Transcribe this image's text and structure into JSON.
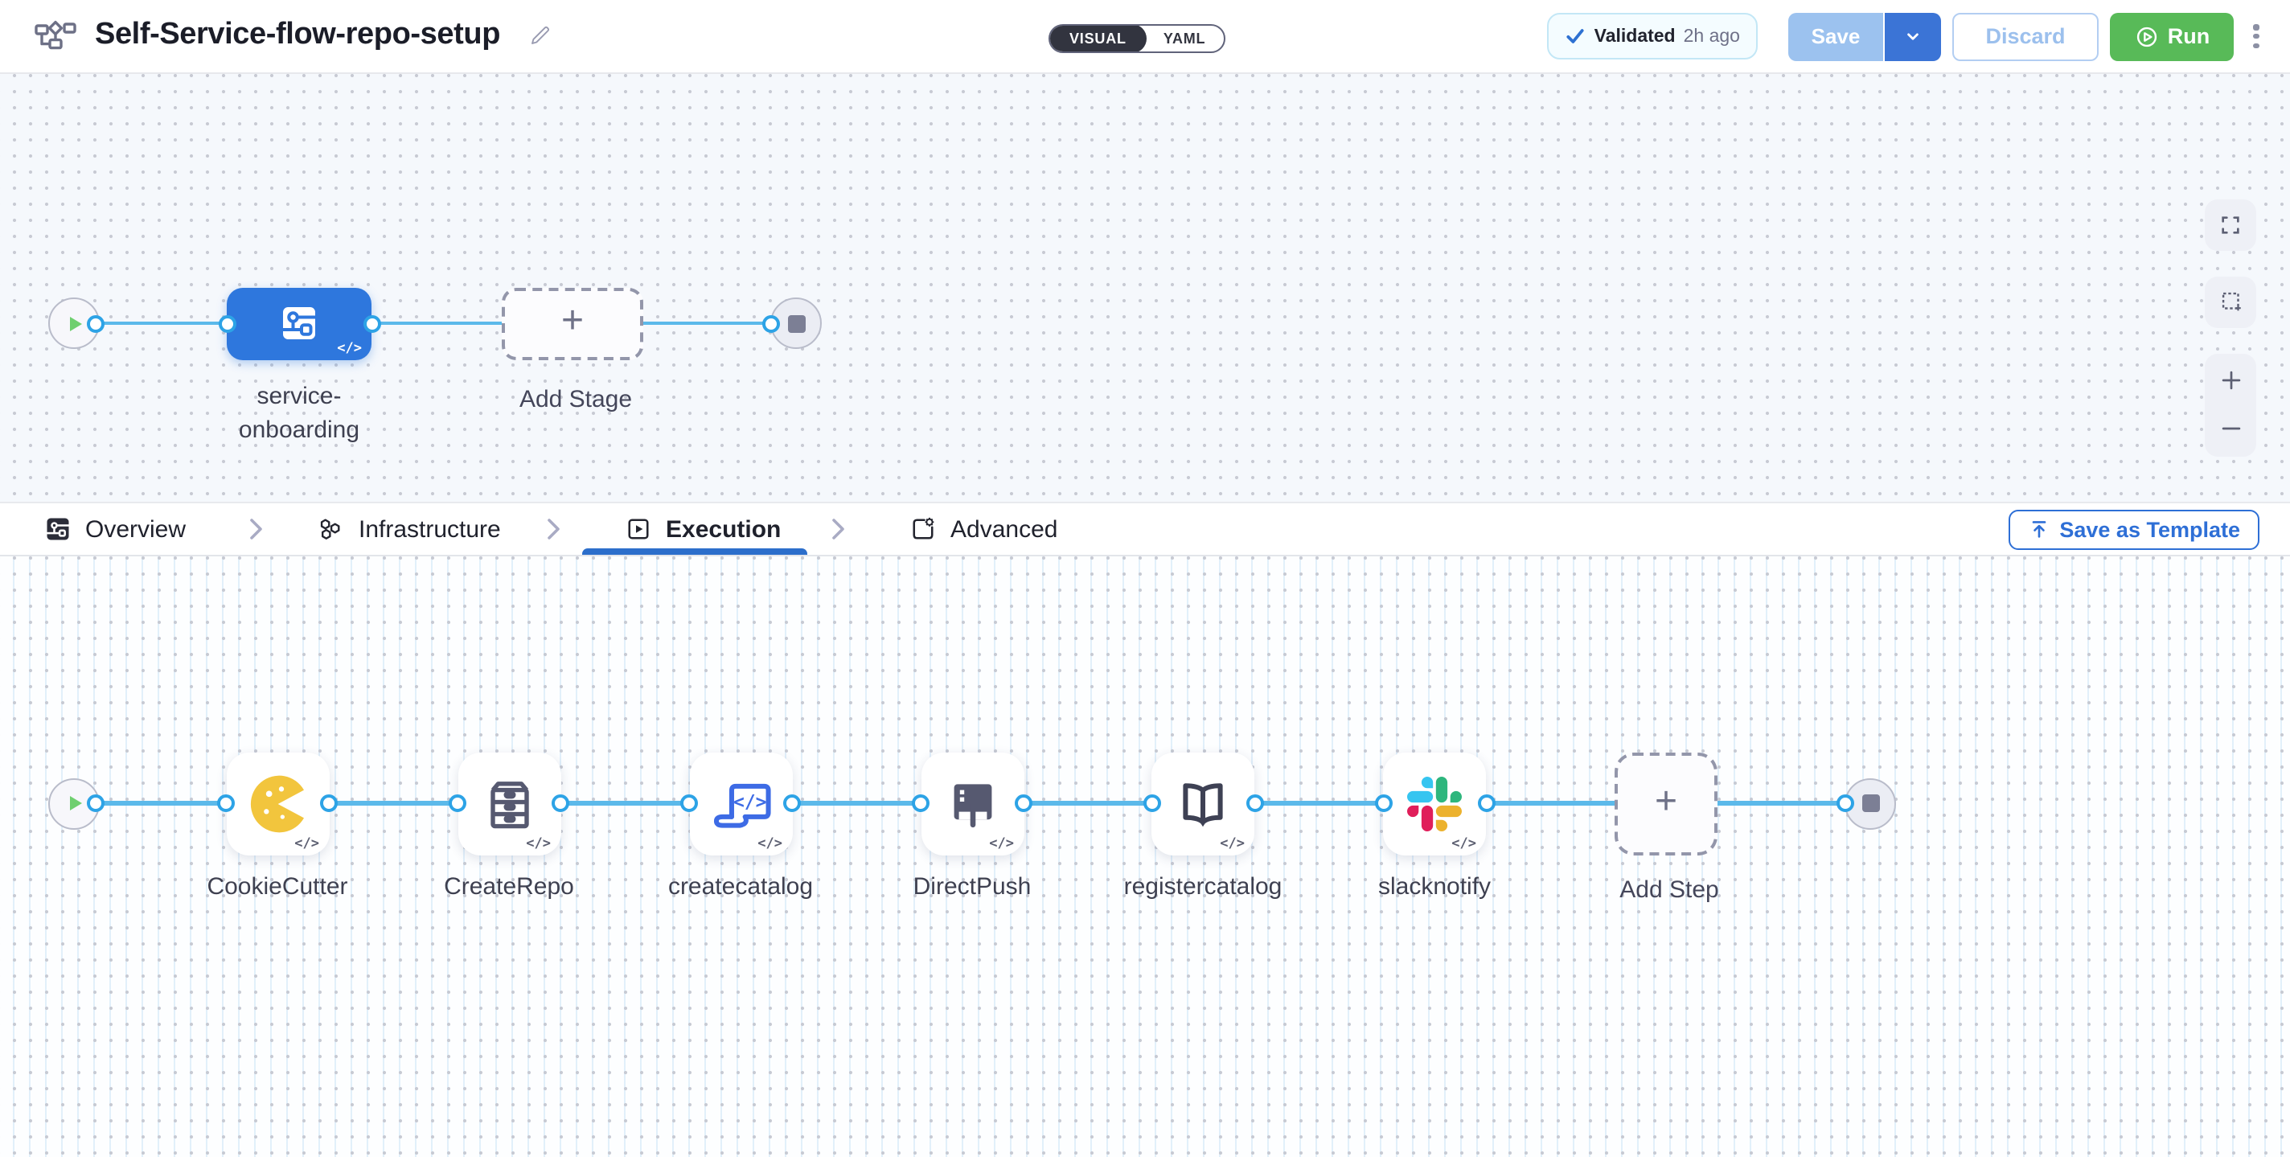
{
  "header": {
    "title": "Self-Service-flow-repo-setup",
    "mode_toggle": {
      "visual": "VISUAL",
      "yaml": "YAML"
    },
    "validation": {
      "status": "Validated",
      "time": "2h ago"
    },
    "buttons": {
      "save": "Save",
      "discard": "Discard",
      "run": "Run"
    }
  },
  "stage_canvas": {
    "stage": {
      "label_line1": "service-",
      "label_line2": "onboarding"
    },
    "add_stage_label": "Add Stage",
    "code_badge": "</>"
  },
  "tab_bar": {
    "tabs": [
      {
        "label": "Overview",
        "active": false
      },
      {
        "label": "Infrastructure",
        "active": false
      },
      {
        "label": "Execution",
        "active": true
      },
      {
        "label": "Advanced",
        "active": false
      }
    ],
    "save_as_template_label": "Save as Template"
  },
  "execution_canvas": {
    "steps": [
      {
        "label": "CookieCutter",
        "icon": "cookiecutter-pacman-icon"
      },
      {
        "label": "CreateRepo",
        "icon": "drawer-cabinet-icon"
      },
      {
        "label": "createcatalog",
        "icon": "code-scroll-icon"
      },
      {
        "label": "DirectPush",
        "icon": "push-up-arrow-icon"
      },
      {
        "label": "registercatalog",
        "icon": "open-book-icon"
      },
      {
        "label": "slacknotify",
        "icon": "slack-logo-icon"
      }
    ],
    "add_step_label": "Add Step",
    "code_badge": "</>"
  },
  "colors": {
    "accent_blue": "#2e77dd",
    "edge_blue": "#5bb9ea",
    "port_blue": "#2da3e6",
    "run_green": "#58ba58",
    "tab_underline_blue": "#2c6ecb",
    "validated_check_blue": "#2e71d2",
    "cookiecutter_yellow": "#f2c53d",
    "slack_palette": [
      "#36C5F0",
      "#2EB67D",
      "#ECB22E",
      "#E01E5A"
    ]
  }
}
